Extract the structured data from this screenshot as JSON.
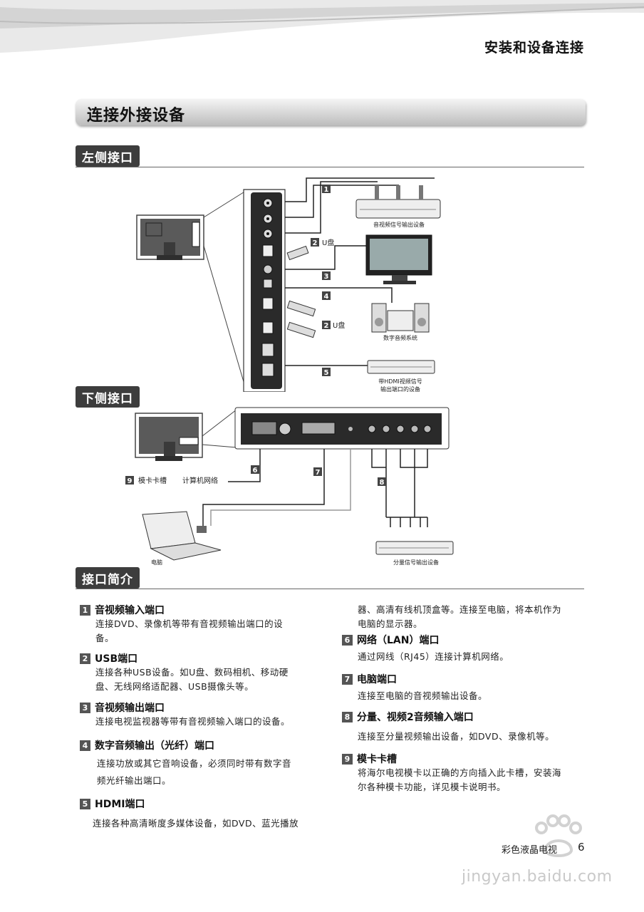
{
  "header": {
    "chapter_title": "安装和设备连接"
  },
  "section": {
    "title": "连接外接设备"
  },
  "left_ports": {
    "heading": "左侧接口",
    "labels": {
      "n1": "1",
      "n2a": "2",
      "n2b": "2",
      "n3": "3",
      "n4": "4",
      "n5": "5",
      "usb_a": "U盘",
      "usb_b": "U盘",
      "av_out_device": "音视频信号输出设备",
      "digital_audio": "数字音频系统",
      "hdmi_line1": "带HDMI视频信号",
      "hdmi_line2": "输出端口的设备"
    }
  },
  "bottom_ports": {
    "heading": "下侧接口",
    "labels": {
      "n6": "6",
      "n7": "7",
      "n8": "8",
      "n9": "9",
      "card_slot": "模卡卡槽",
      "network": "计算机网络",
      "computer": "电脑",
      "component_device": "分量信号输出设备"
    }
  },
  "intro": {
    "heading": "接口简介",
    "items": [
      {
        "num": "1",
        "title": "音视频输入端口",
        "body": [
          "连接DVD、录像机等带有音视频输出端口的设",
          "备。"
        ]
      },
      {
        "num": "2",
        "title": "USB端口",
        "body": [
          "连接各种USB设备。如U盘、数码相机、移动硬",
          "盘、无线网络适配器、USB摄像头等。"
        ]
      },
      {
        "num": "3",
        "title": "音视频输出端口",
        "body": [
          "连接电视监视器等带有音视频输入端口的设备。"
        ]
      },
      {
        "num": "4",
        "title": "数字音频输出（光纤）端口",
        "body": [
          "连接功放或其它音响设备，必须同时带有数字音",
          "频光纤输出端口。"
        ]
      },
      {
        "num": "5",
        "title": "HDMI端口",
        "body": [
          "连接各种高清晰度多媒体设备，如DVD、蓝光播放"
        ]
      },
      {
        "num": "",
        "title": "",
        "body": [
          "器、高清有线机顶盒等。连接至电脑，将本机作为",
          "电脑的显示器。"
        ]
      },
      {
        "num": "6",
        "title": "网络（LAN）端口",
        "body": [
          "通过网线（RJ45）连接计算机网络。"
        ]
      },
      {
        "num": "7",
        "title": "电脑端口",
        "body": [
          "连接至电脑的音视频输出设备。"
        ]
      },
      {
        "num": "8",
        "title": "分量、视频2音频输入端口",
        "body": [
          "连接至分量视频输出设备，如DVD、录像机等。"
        ]
      },
      {
        "num": "9",
        "title": "模卡卡槽",
        "body": [
          "将海尔电视模卡以正确的方向插入此卡槽，安装海",
          "尔各种模卡功能，详见模卡说明书。"
        ]
      }
    ]
  },
  "footer": {
    "label": "彩色液晶电视",
    "page": "6"
  },
  "watermark": {
    "url": "jingyan.baidu.com"
  }
}
